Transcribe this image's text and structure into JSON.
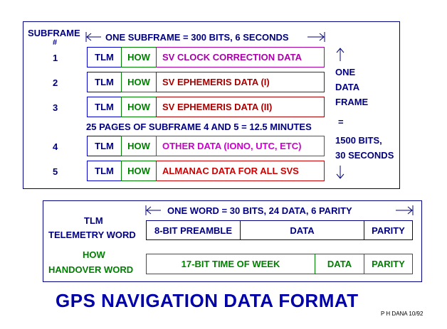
{
  "subframe_panel": {
    "header_label": "SUBFRAME",
    "header_sub": "#",
    "span_label": "ONE SUBFRAME = 300 BITS, 6 SECONDS",
    "rows": [
      {
        "num": "1",
        "tlm": "TLM",
        "how": "HOW",
        "data": "SV CLOCK CORRECTION DATA",
        "color": "#aa00aa"
      },
      {
        "num": "2",
        "tlm": "TLM",
        "how": "HOW",
        "data": "SV EPHEMERIS DATA (I)",
        "color": "#aa0000"
      },
      {
        "num": "3",
        "tlm": "TLM",
        "how": "HOW",
        "data": "SV EPHEMERIS DATA (II)",
        "color": "#aa0000"
      },
      {
        "num": "4",
        "tlm": "TLM",
        "how": "HOW",
        "data": "OTHER DATA (IONO, UTC, ETC)",
        "color": "#cc00cc"
      },
      {
        "num": "5",
        "tlm": "TLM",
        "how": "HOW",
        "data": "ALMANAC DATA FOR ALL SVS",
        "color": "#cc0000"
      }
    ],
    "pages_note": "25 PAGES OF SUBFRAME 4 AND 5 = 12.5 MINUTES",
    "frame_note": {
      "line1": "ONE",
      "line2": "DATA",
      "line3": "FRAME",
      "equals": "=",
      "line4": "1500 BITS,",
      "line5": "30 SECONDS"
    }
  },
  "word_panel": {
    "span_label": "ONE WORD = 30 BITS, 24 DATA, 6 PARITY",
    "tlm_label1": "TLM",
    "tlm_label2": "TELEMETRY WORD",
    "tlm_cells": [
      "8-BIT PREAMBLE",
      "DATA",
      "PARITY"
    ],
    "how_label1": "HOW",
    "how_label2": "HANDOVER WORD",
    "how_cells": [
      "17-BIT TIME OF WEEK",
      "DATA",
      "PARITY"
    ]
  },
  "title": "GPS NAVIGATION DATA FORMAT",
  "credit": "P H DANA 10/92",
  "colors": {
    "navy": "#000080",
    "green": "#008000",
    "title": "#0000aa"
  }
}
